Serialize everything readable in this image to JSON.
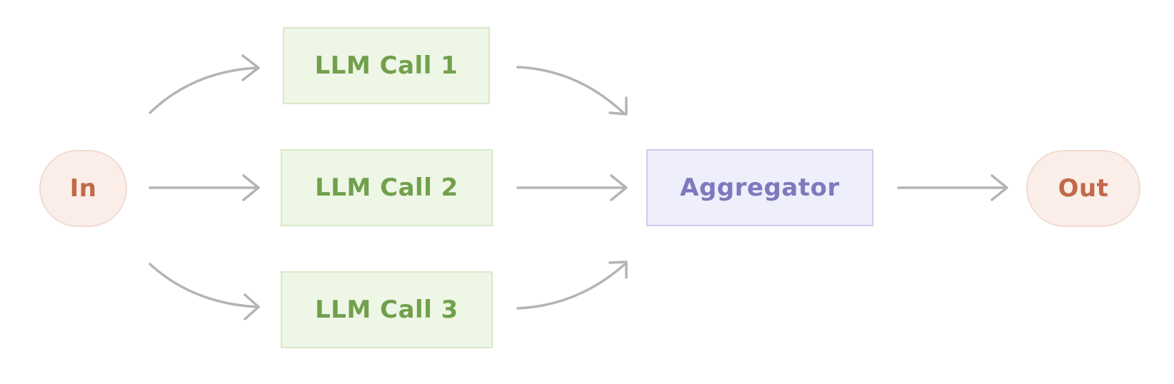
{
  "nodes": {
    "input": "In",
    "output": "Out",
    "llm_calls": [
      "LLM Call 1",
      "LLM Call 2",
      "LLM Call 3"
    ],
    "aggregator": "Aggregator"
  },
  "colors": {
    "terminal_fill": "#fbeee8",
    "terminal_text": "#c06a4a",
    "llm_fill": "#eef6e6",
    "llm_text": "#71a04c",
    "aggregator_fill": "#efeefb",
    "aggregator_text": "#7c7abd",
    "arrow": "#b4b4b4"
  }
}
